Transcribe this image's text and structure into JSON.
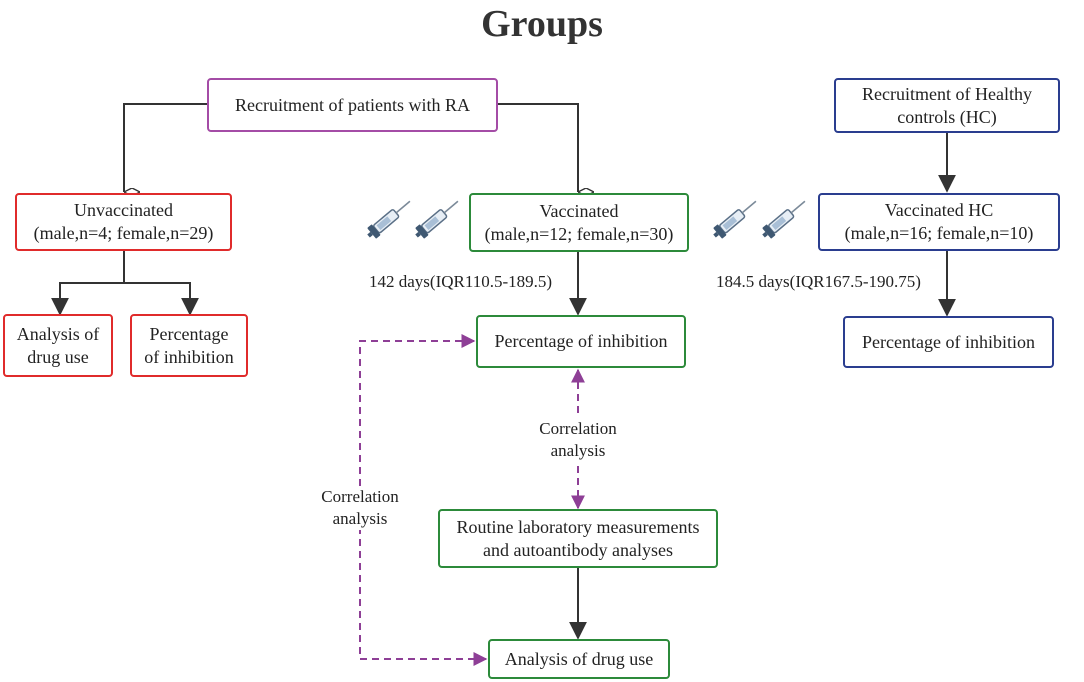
{
  "title": "Groups",
  "nodes": {
    "recruit_ra": "Recruitment of patients with RA",
    "recruit_hc": [
      "Recruitment of  Healthy",
      "controls (HC)"
    ],
    "unvaccinated": [
      "Unvaccinated",
      "(male,n=4; female,n=29)"
    ],
    "vaccinated": [
      "Vaccinated",
      "(male,n=12; female,n=30)"
    ],
    "vaccinated_hc": [
      "Vaccinated HC",
      "(male,n=16; female,n=10)"
    ],
    "analysis_drug_left": [
      "Analysis of",
      "drug use"
    ],
    "percentage_left": [
      "Percentage",
      "of inhibition"
    ],
    "percentage_mid": "Percentage of inhibition",
    "percentage_right": "Percentage of inhibition",
    "routine": [
      "Routine laboratory measurements",
      "and autoantibody analyses"
    ],
    "analysis_drug_bottom": "Analysis of drug use"
  },
  "edge_labels": {
    "days_vaccinated": "142  days(IQR110.5-189.5)",
    "days_hc": "184.5 days(IQR167.5-190.75)",
    "correlation_mid": [
      "Correlation",
      "analysis"
    ],
    "correlation_left": [
      "Correlation",
      "analysis"
    ]
  },
  "colors": {
    "ra_border": "#a44ca6",
    "unvaccinated_border": "#e02b2b",
    "vaccinated_border": "#2c8a3a",
    "hc_border": "#2a3d8f",
    "correlation_line": "#8e3f96",
    "arrow": "#333333"
  },
  "icons": [
    "syringe-icon",
    "syringe-icon",
    "syringe-icon",
    "syringe-icon"
  ]
}
